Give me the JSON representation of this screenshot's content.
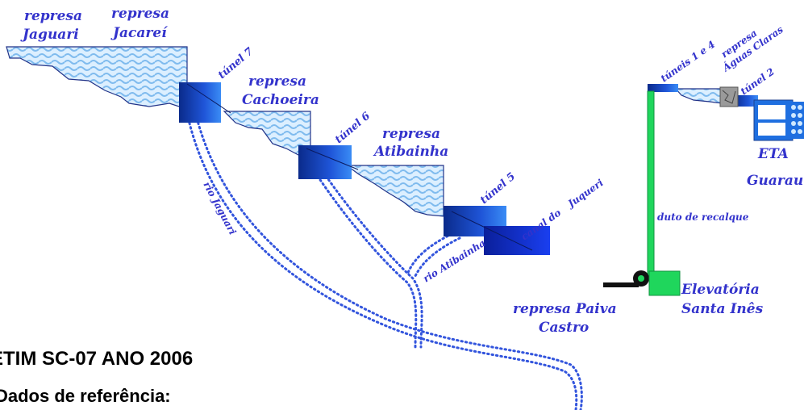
{
  "colors": {
    "label": "#3333cc",
    "river": "#3355dd",
    "tunnel": "#1a3fc4",
    "pipe": "#22dd66",
    "water": "#8ec9f2"
  },
  "reservoirs": {
    "jaguari": [
      "represa",
      "Jaguari"
    ],
    "jacarei": [
      "represa",
      "Jacareí"
    ],
    "cachoeira": [
      "represa",
      "Cachoeira"
    ],
    "atibainha": [
      "represa",
      "Atibainha"
    ],
    "aguas_claras": [
      "represa",
      "Águas Claras"
    ],
    "paiva_castro": [
      "represa Paiva",
      "Castro"
    ]
  },
  "tunnels": {
    "t7": "túnel 7",
    "t6": "túnel 6",
    "t5": "túnel 5",
    "t14": "túneis 1 e 4",
    "t2": "túnel 2"
  },
  "rivers": {
    "jaguari": "rio  Jaguari",
    "atibainha": "rio  Atibainha",
    "canal": "canal do",
    "juqueri": "Juqueri"
  },
  "facilities": {
    "eta": [
      "ETA",
      "Guarau"
    ],
    "pipe_label": "duto de recalque",
    "pump_station": [
      "Elevatória",
      "Santa Inês"
    ]
  },
  "footer": {
    "line1": "ETIM SC-07 ANO 2006",
    "line2": "Dados de referência:"
  }
}
